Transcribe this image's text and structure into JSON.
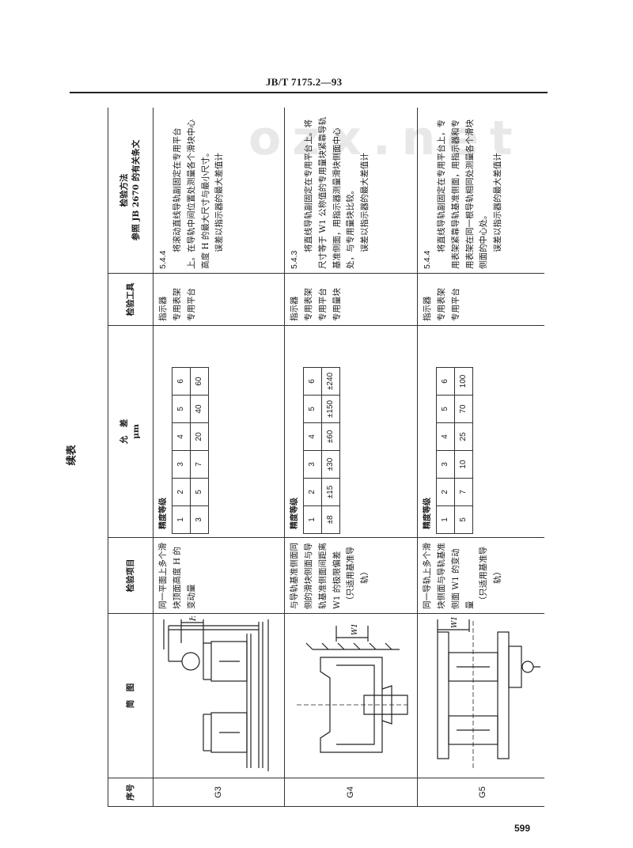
{
  "header": {
    "standard_no": "JB/T 7175.2—93"
  },
  "continued_label": "续表",
  "page_number": "599",
  "watermark_text": "ozx.net",
  "table": {
    "headers": {
      "seq": "序号",
      "diagram": "简　图",
      "item": "检验项目",
      "tolerance_title": "允　差",
      "tolerance_unit": "μm",
      "grade_label": "精度等级",
      "tool": "检验工具",
      "method_line1": "检验方法",
      "method_line2": "参照 JB 2670 的有关条文"
    },
    "rows": [
      {
        "seq": "G3",
        "item": "同一平面上多个滑块顶面高度 H 的变动量",
        "grades": [
          "1",
          "2",
          "3",
          "4",
          "5",
          "6"
        ],
        "values": [
          "3",
          "5",
          "7",
          "20",
          "40",
          "60"
        ],
        "tools": [
          "指示器",
          "专用表架",
          "专用平台"
        ],
        "clause": "5.4.4",
        "method": "将滚动直线导轨副固定在专用平台上。在导轨中间位置处测量各个滑块中心高度 H 的最大尺寸与最小尺寸。",
        "method_note": "误差以指示器的最大差值计",
        "diagram_label": "H"
      },
      {
        "seq": "G4",
        "item": "与导轨基准侧面同侧的滑块侧面与导轨基准侧面间距离 W1 的极限偏差",
        "item_note": "（只适用基准导轨）",
        "grades": [
          "1",
          "2",
          "3",
          "4",
          "5",
          "6"
        ],
        "values": [
          "±8",
          "±15",
          "±30",
          "±60",
          "±150",
          "±240"
        ],
        "tools": [
          "指示器",
          "专用表架",
          "专用平台",
          "专用量块"
        ],
        "clause": "5.4.3",
        "method": "将直线导轨副固定在专用平台上。将尺寸等于 W1 公称值的专用量块紧靠导轨基准侧面，用指示器测量滑块侧面中心处，与专用量块比较。",
        "method_note": "误差以指示器的最大差值计",
        "diagram_label": "W1"
      },
      {
        "seq": "G5",
        "item": "同一导轨上多个滑块侧面与导轨基准侧面 W1 的变动量",
        "item_note": "（只适用基准导轨）",
        "grades": [
          "1",
          "2",
          "3",
          "4",
          "5",
          "6"
        ],
        "values": [
          "5",
          "7",
          "10",
          "25",
          "70",
          "100"
        ],
        "tools": [
          "指示器",
          "专用表架",
          "专用平台"
        ],
        "clause": "5.4.4",
        "method": "将直线导轨副固定在专用平台上，专用表架紧靠导轨基准侧面，用指示器和专用表架在同一根导轨相同处测量各个滑块侧面的中心处。",
        "method_note": "误差以指示器的最大差值计",
        "diagram_label": "W1"
      }
    ]
  }
}
